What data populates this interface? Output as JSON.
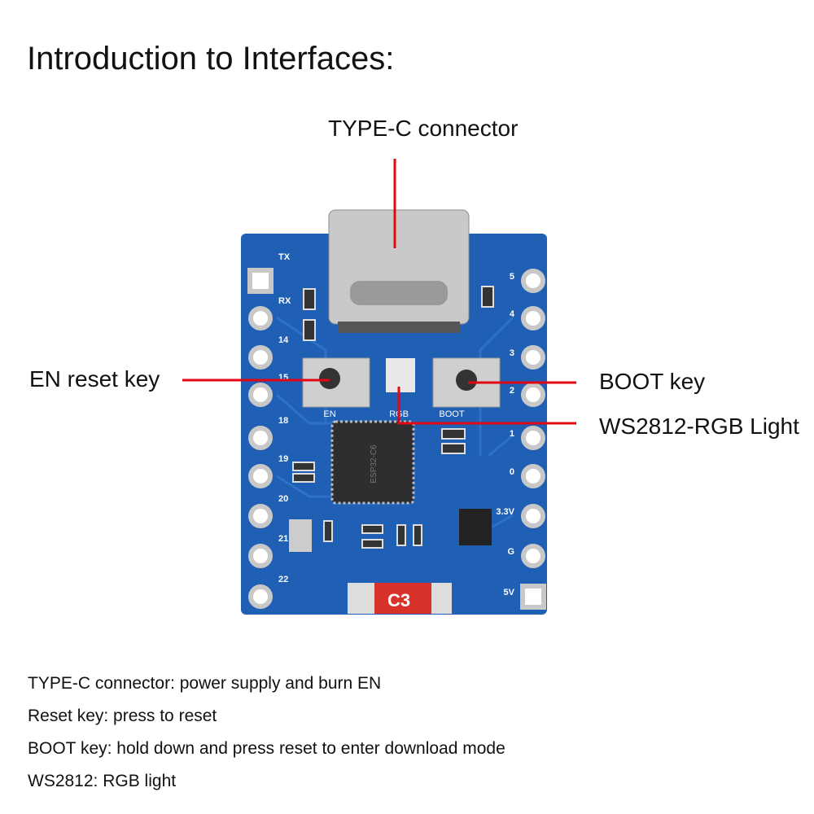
{
  "title": "Introduction to Interfaces:",
  "callouts": {
    "typec": "TYPE-C connector",
    "en": "EN reset key",
    "boot": "BOOT key",
    "rgb": "WS2812-RGB Light"
  },
  "board": {
    "left_pins": [
      "TX",
      "RX",
      "14",
      "15",
      "18",
      "19",
      "20",
      "21",
      "22"
    ],
    "right_pins": [
      "5",
      "4",
      "3",
      "2",
      "1",
      "0",
      "3.3V",
      "G",
      "5V"
    ],
    "en_label": "EN",
    "rgb_label": "RGB",
    "boot_label": "BOOT",
    "chip_text": "ESP32-C6",
    "badge": "C3",
    "pcb_color": "#1f5fb4",
    "callout_line_color": "#e30613"
  },
  "notes": [
    "TYPE-C connector: power supply and burn EN",
    "Reset key: press to reset",
    "BOOT key: hold down and press reset to enter download mode",
    "WS2812: RGB light"
  ]
}
